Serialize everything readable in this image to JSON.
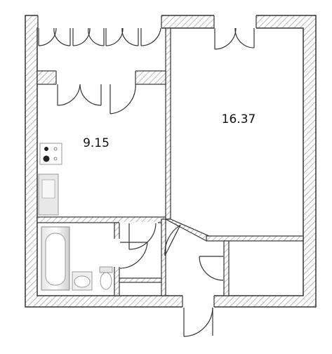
{
  "rooms": [
    {
      "id": "room-large",
      "area": "16.37"
    },
    {
      "id": "room-kitchen",
      "area": "9.15"
    }
  ],
  "colors": {
    "wall_fill": "#ffffff",
    "wall_stroke": "#333333",
    "hatch": "#8c8c8c",
    "line": "#333333",
    "fixture": "#9a9a9a"
  }
}
